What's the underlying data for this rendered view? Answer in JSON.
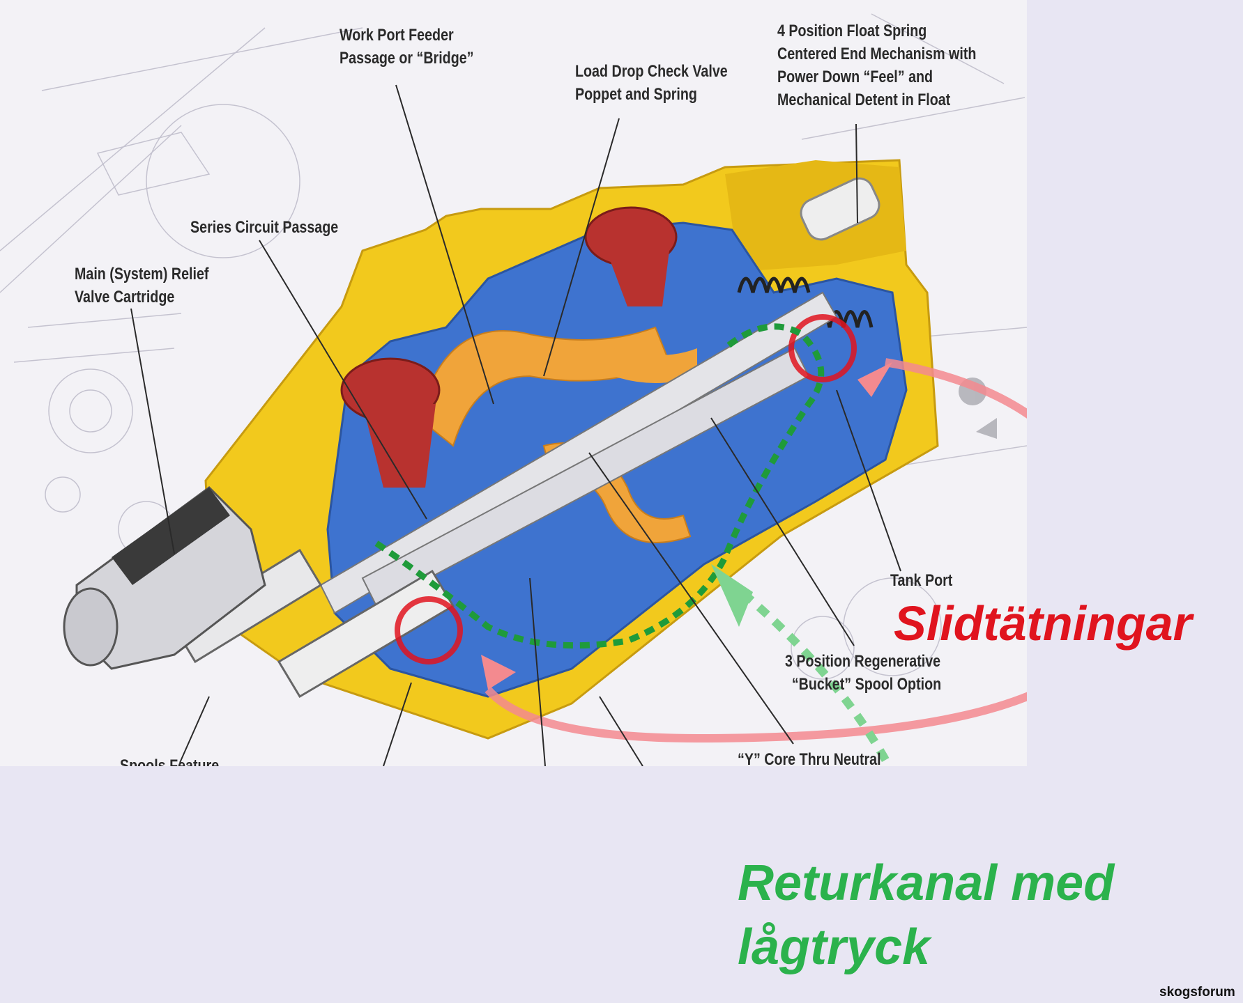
{
  "callouts": {
    "work_port": [
      "Work Port Feeder",
      "Passage or “Bridge”"
    ],
    "load_drop": [
      "Load Drop Check Valve",
      "Poppet and Spring"
    ],
    "float_spring": [
      "4 Position Float Spring",
      "Centered End Mechanism with",
      "Power Down “Feel” and",
      "Mechanical Detent in Float"
    ],
    "series_circuit": "Series Circuit Passage",
    "main_relief": [
      "Main (System) Relief",
      "Valve Cartridge"
    ],
    "tank_port": "Tank Port",
    "regenerative": [
      "3 Position Regenerative",
      "“Bucket” Spool Option"
    ],
    "y_core": "“Y” Core Thru Neutral",
    "spools_feature": "Spools Feature"
  },
  "annotations": {
    "seals": "Slidtätningar",
    "return_channel": [
      "Returkanal med",
      "lågtryck"
    ]
  },
  "watermark": "skogsforum",
  "colors": {
    "housing_yellow": "#f2c91d",
    "cutaway_blue": "#3e73cf",
    "passage_orange": "#f0a43a",
    "port_red": "#b8322f",
    "annotation_red": "#e0141e",
    "annotation_green": "#2bb24c",
    "background": "#e8e6f3"
  }
}
